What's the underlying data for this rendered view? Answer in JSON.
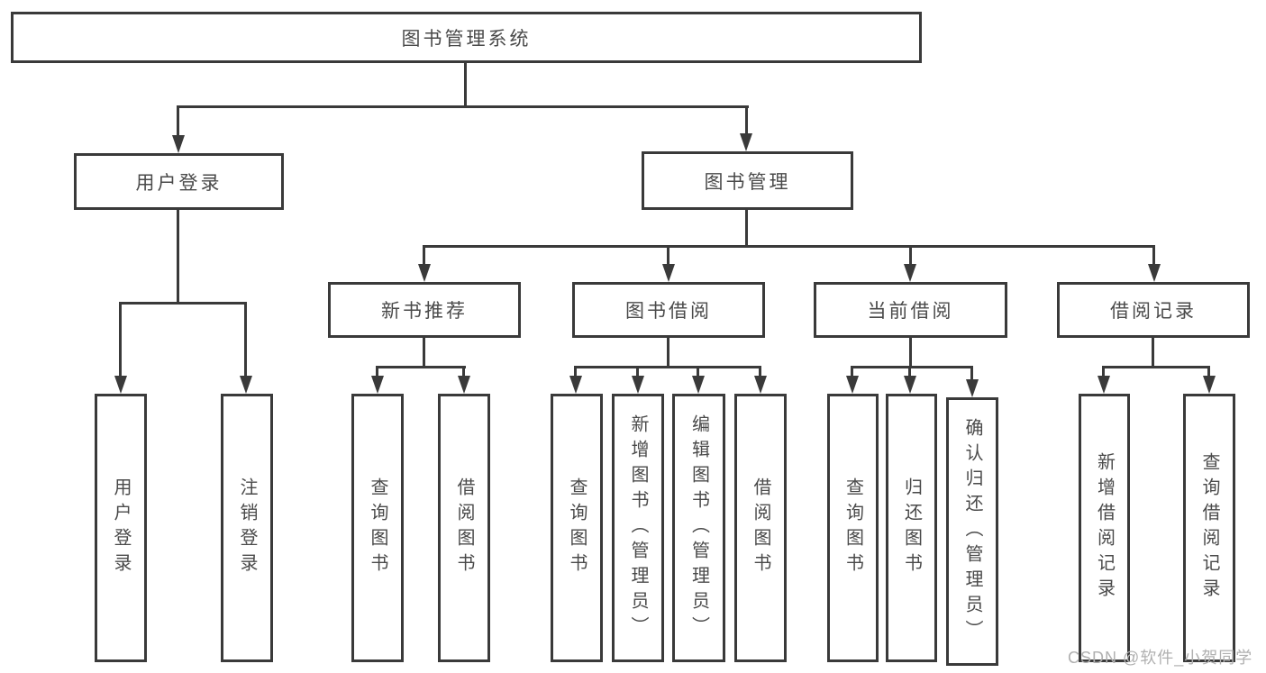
{
  "tree": {
    "label": "图书管理系统",
    "children": [
      {
        "label": "用户登录",
        "children": [
          {
            "label": "用户登录"
          },
          {
            "label": "注销登录"
          }
        ]
      },
      {
        "label": "图书管理",
        "children": [
          {
            "label": "新书推荐",
            "children": [
              {
                "label": "查询图书"
              },
              {
                "label": "借阅图书"
              }
            ]
          },
          {
            "label": "图书借阅",
            "children": [
              {
                "label": "查询图书"
              },
              {
                "label": "新增图书（管理员）"
              },
              {
                "label": "编辑图书（管理员）"
              },
              {
                "label": "借阅图书"
              }
            ]
          },
          {
            "label": "当前借阅",
            "children": [
              {
                "label": "查询图书"
              },
              {
                "label": "归还图书"
              },
              {
                "label": "确认归还（管理员）"
              }
            ]
          },
          {
            "label": "借阅记录",
            "children": [
              {
                "label": "新增借阅记录"
              },
              {
                "label": "查询借阅记录"
              }
            ]
          }
        ]
      }
    ]
  },
  "watermark": "CSDN @软件_小贺同学",
  "colors": {
    "line": "#3a3a3a",
    "text": "#4a4a4a",
    "watermark": "#b0b0b0",
    "background": "#ffffff"
  }
}
